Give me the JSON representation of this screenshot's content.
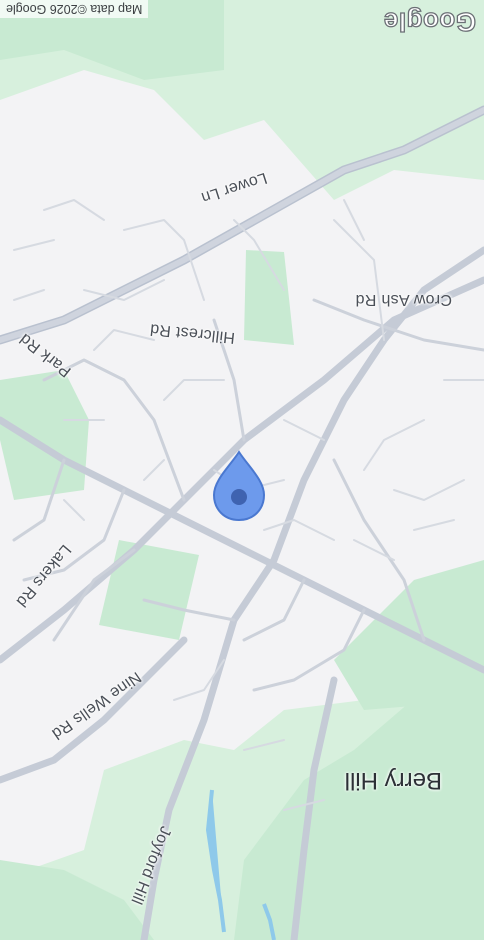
{
  "map": {
    "attribution": "Map data ©2026 Google",
    "logo": "Google",
    "place": {
      "berry_hill": "Berry Hill"
    },
    "roads": {
      "lower_ln": "Lower Ln",
      "crow_ash_rd": "Crow Ash Rd",
      "hillcrest_rd": "Hillcrest Rd",
      "park_rd": "Park Rd",
      "lakers_rd": "Lakers Rd",
      "nine_wells_rd": "Nine Wells Rd",
      "joyford_hill": "Joyford Hill"
    },
    "pin_icon": "location-drop-pin-icon",
    "colors": {
      "background": "#f3f3f5",
      "park": "#c8ead2",
      "water": "#8ec9ea",
      "pin": "#6d9aec"
    }
  }
}
